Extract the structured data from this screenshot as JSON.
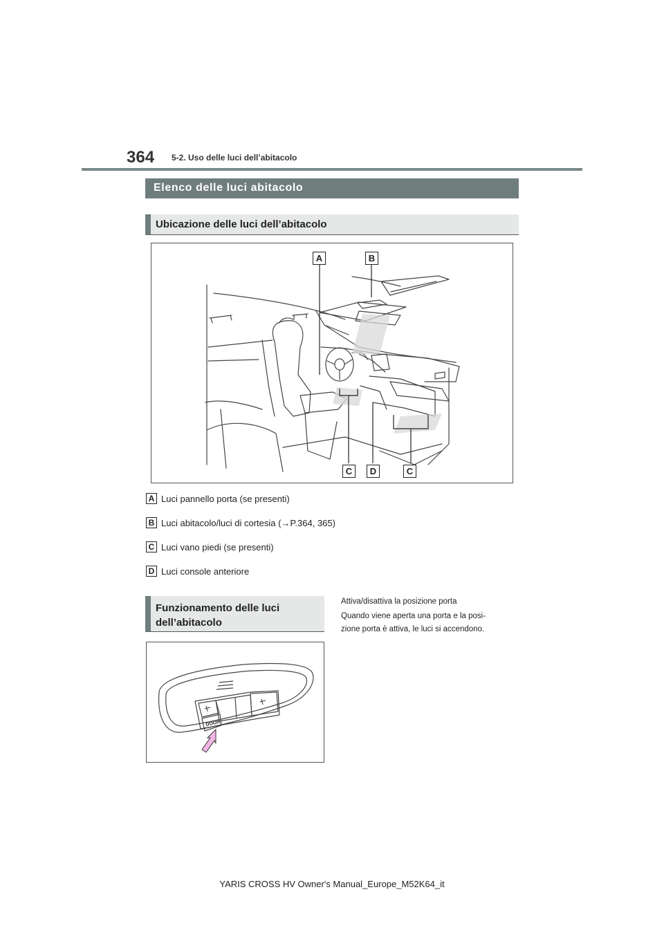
{
  "header": {
    "page_number": "364",
    "section": "5-2. Uso delle luci dell’abitacolo"
  },
  "banner": {
    "title": "Elenco delle luci abitacolo"
  },
  "location_section": {
    "heading": "Ubicazione delle luci dell’abitacolo",
    "callouts": {
      "a": "A",
      "b": "B",
      "c1": "C",
      "d": "D",
      "c2": "C"
    },
    "legend": [
      {
        "key": "A",
        "text": "Luci pannello porta (se presenti)"
      },
      {
        "key": "B",
        "text": "Luci abitacolo/luci di cortesia (→P.364, 365)"
      },
      {
        "key": "C",
        "text": "Luci vano piedi (se presenti)"
      },
      {
        "key": "D",
        "text": "Luci console anteriore"
      }
    ]
  },
  "operation_section": {
    "heading_line1": "Funzionamento delle luci",
    "heading_line2": "dell’abitacolo",
    "switch_label": "DOOR",
    "body_line1": "Attiva/disattiva la posizione porta",
    "body_line2": "Quando viene aperta una porta e la posi-",
    "body_line3": "zione porta è attiva, le luci si accendono."
  },
  "footer": {
    "text": "YARIS CROSS HV Owner's Manual_Europe_M52K64_it"
  }
}
